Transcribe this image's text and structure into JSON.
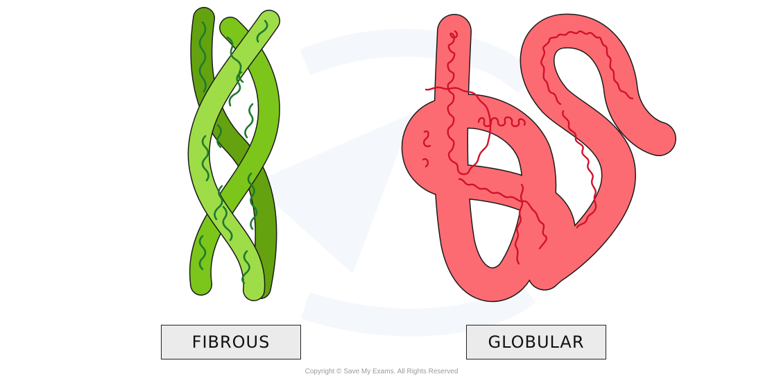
{
  "labels": {
    "fibrous": "FIBROUS",
    "globular": "GLOBULAR"
  },
  "copyright": "Copyright © Save My Exams. All Rights Reserved",
  "colors": {
    "fibrous_dark": "#64a30f",
    "fibrous_mid": "#7cc61c",
    "fibrous_light": "#9edd48",
    "fibrous_chain": "#1e7a2e",
    "globular_fill": "#fd6b72",
    "globular_chain": "#d0122b",
    "outline": "#1a1a1a"
  }
}
